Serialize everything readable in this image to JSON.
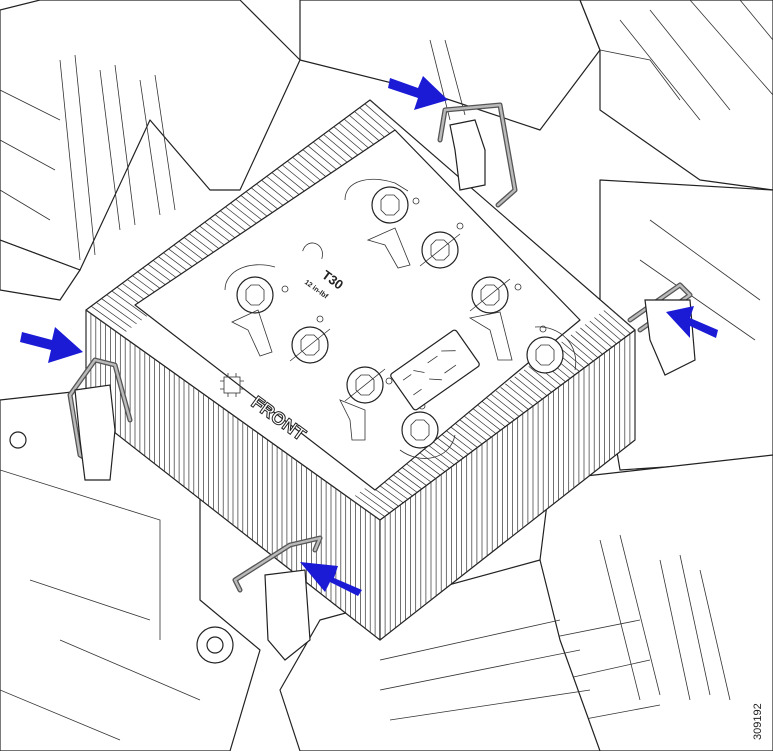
{
  "figure_id": "309192",
  "heatsink": {
    "torx_label": "T30",
    "torque_label": "12 in-lbf",
    "front_label": "FRONT"
  },
  "colors": {
    "arrow": "#1b1bd6",
    "outline": "#222222",
    "bail": "#555555"
  },
  "arrows": [
    {
      "name": "top-arrow",
      "points_to": "top-right-bail"
    },
    {
      "name": "right-arrow",
      "points_to": "right-bail"
    },
    {
      "name": "left-arrow",
      "points_to": "left-bail"
    },
    {
      "name": "bottom-arrow",
      "points_to": "bottom-bail"
    }
  ]
}
